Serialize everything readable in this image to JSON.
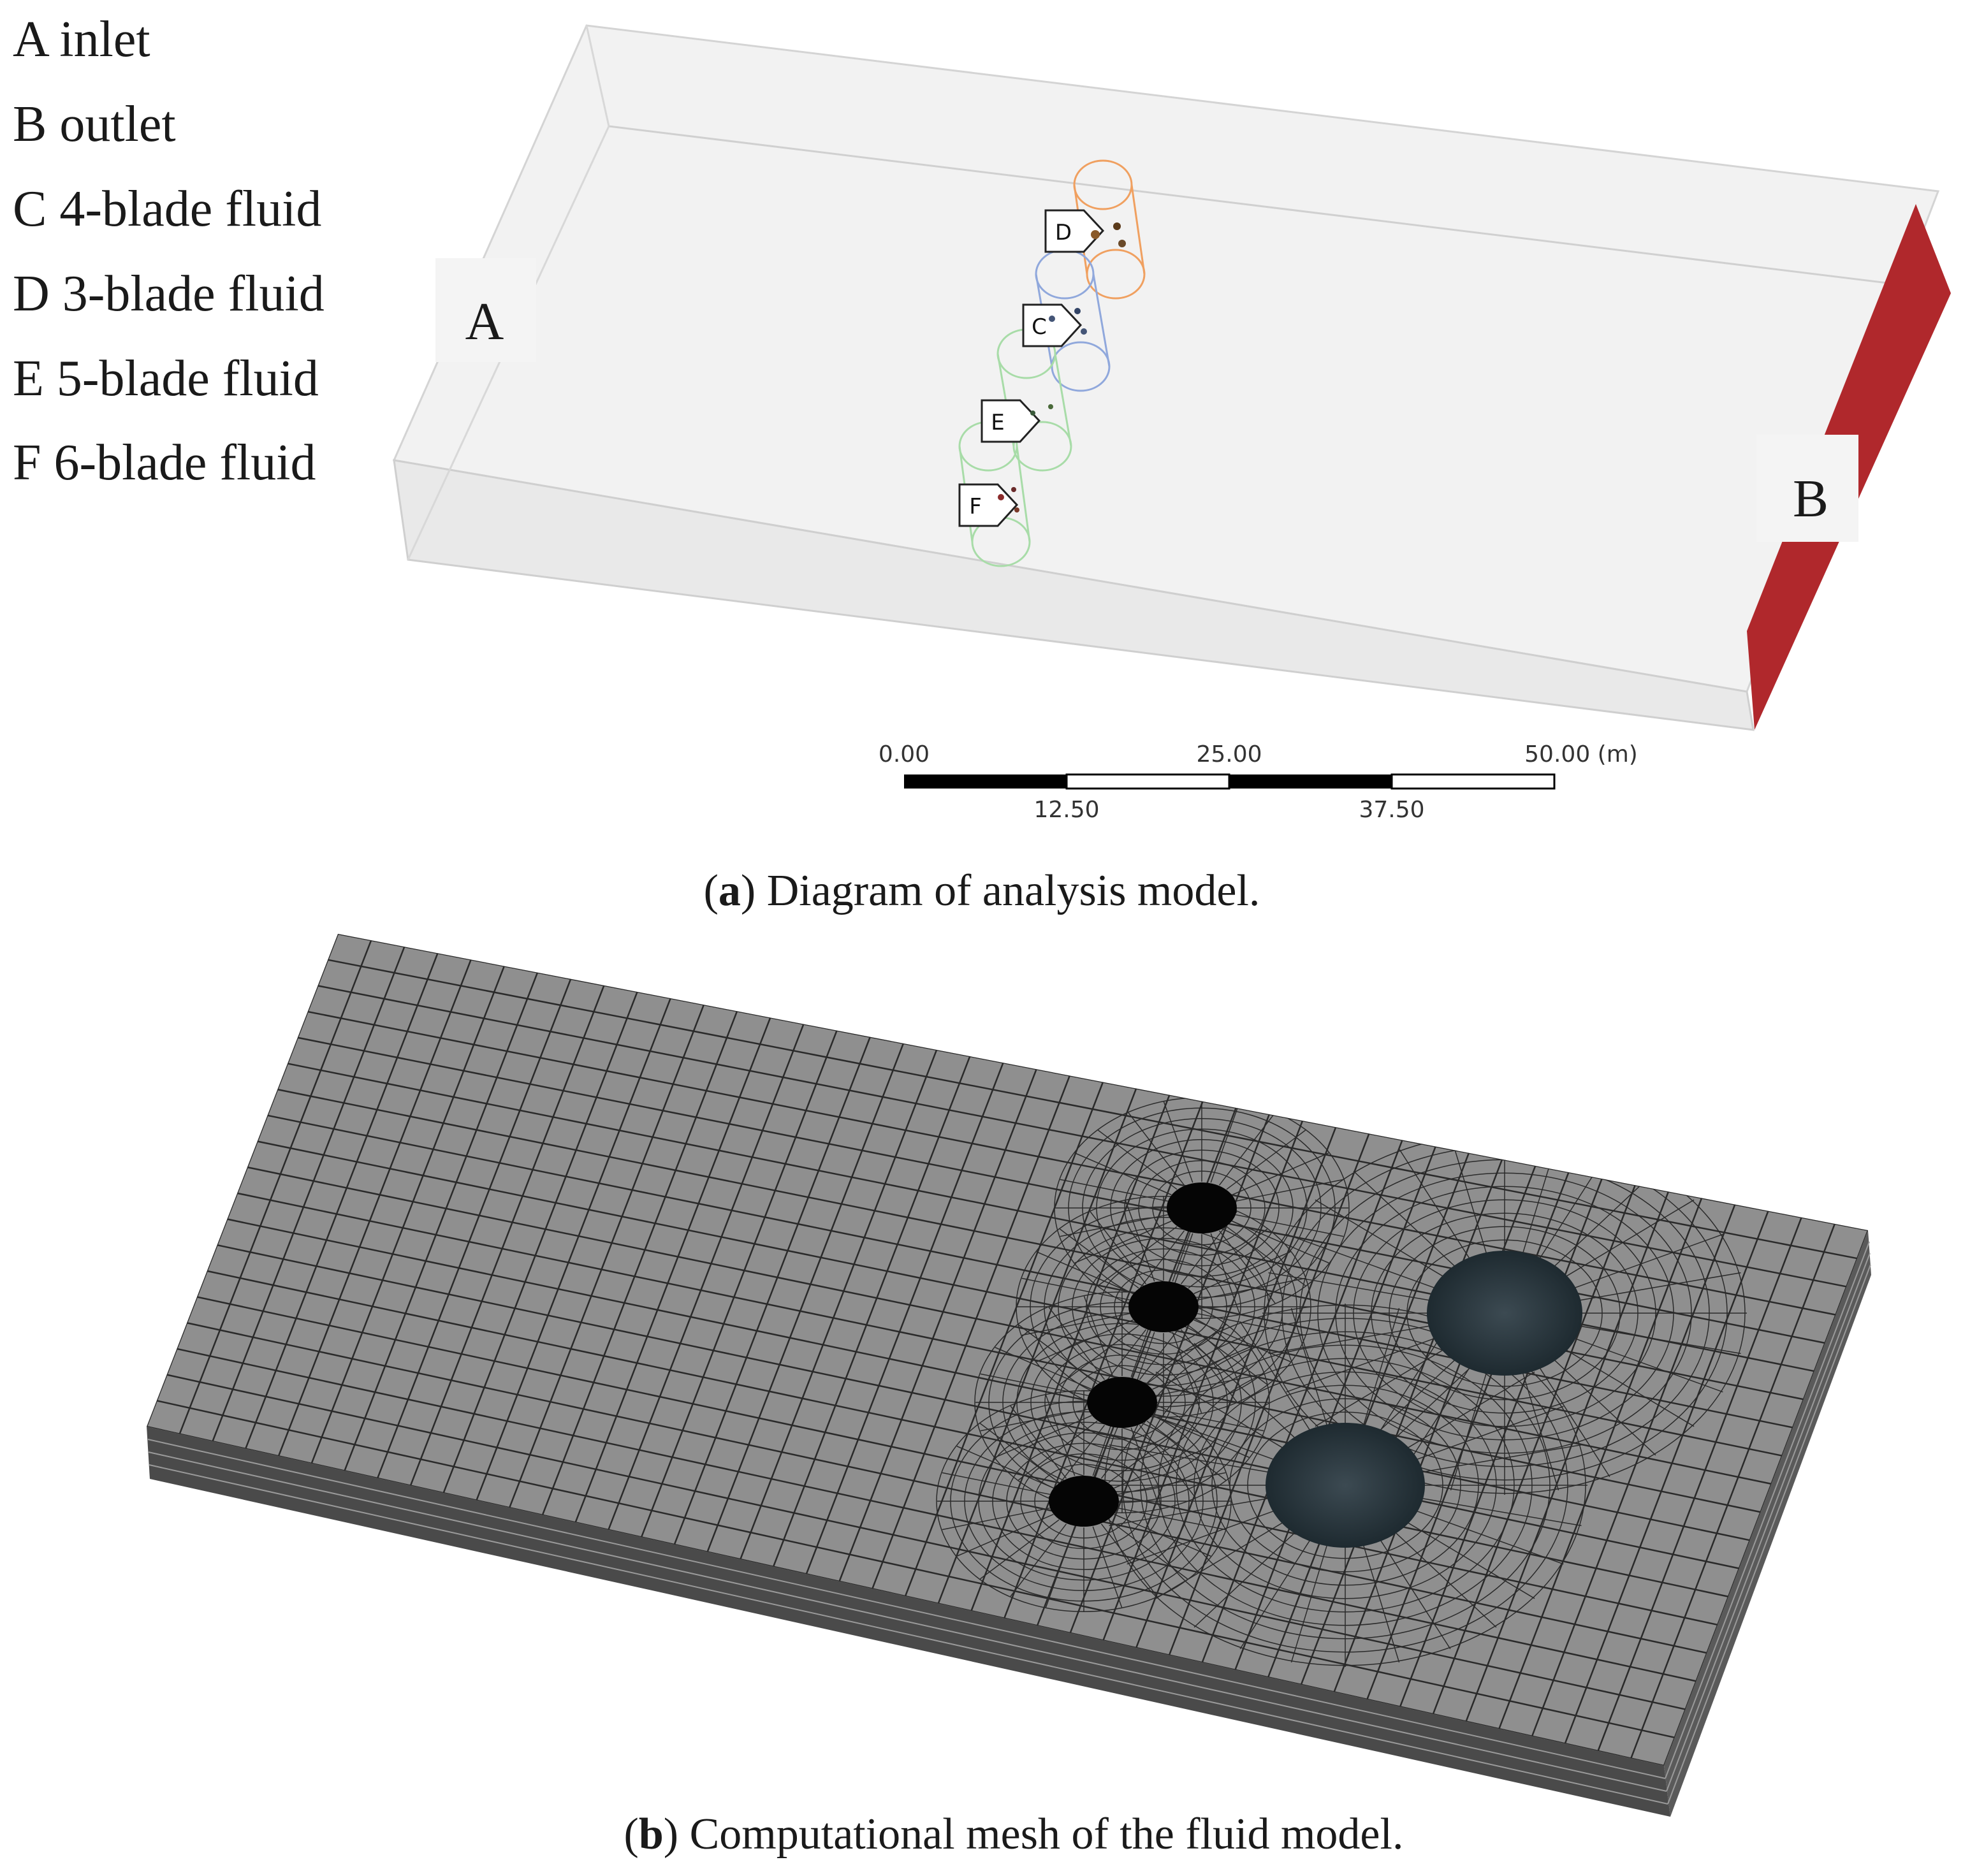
{
  "legend": {
    "items": [
      {
        "letter": "A",
        "text": "inlet"
      },
      {
        "letter": "B",
        "text": "outlet"
      },
      {
        "letter": "C",
        "text": "4-blade fluid"
      },
      {
        "letter": "D",
        "text": "3-blade fluid"
      },
      {
        "letter": "E",
        "text": "5-blade fluid"
      },
      {
        "letter": "F",
        "text": "6-blade fluid"
      }
    ]
  },
  "panel_a": {
    "inlet_label": "A",
    "outlet_label": "B",
    "turbine_tags": [
      "D",
      "C",
      "E",
      "F"
    ],
    "scale_bar": {
      "top_labels": [
        "0.00",
        "25.00",
        "50.00 (m)"
      ],
      "bottom_labels": [
        "12.50",
        "37.50"
      ]
    },
    "caption_letter": "a",
    "caption_text": " Diagram of analysis model."
  },
  "panel_b": {
    "caption_letter": "b",
    "caption_text": " Computational mesh of the fluid model."
  },
  "colors": {
    "outlet_face": "#b0282c",
    "turbine_d": "#f0a060",
    "turbine_c": "#6f8fd0",
    "turbine_e": "#8fd08f",
    "turbine_f": "#8fd08f",
    "mesh_face": "#8f8f8f",
    "mesh_line": "#2a2a2a",
    "mesh_side": "#555555"
  }
}
